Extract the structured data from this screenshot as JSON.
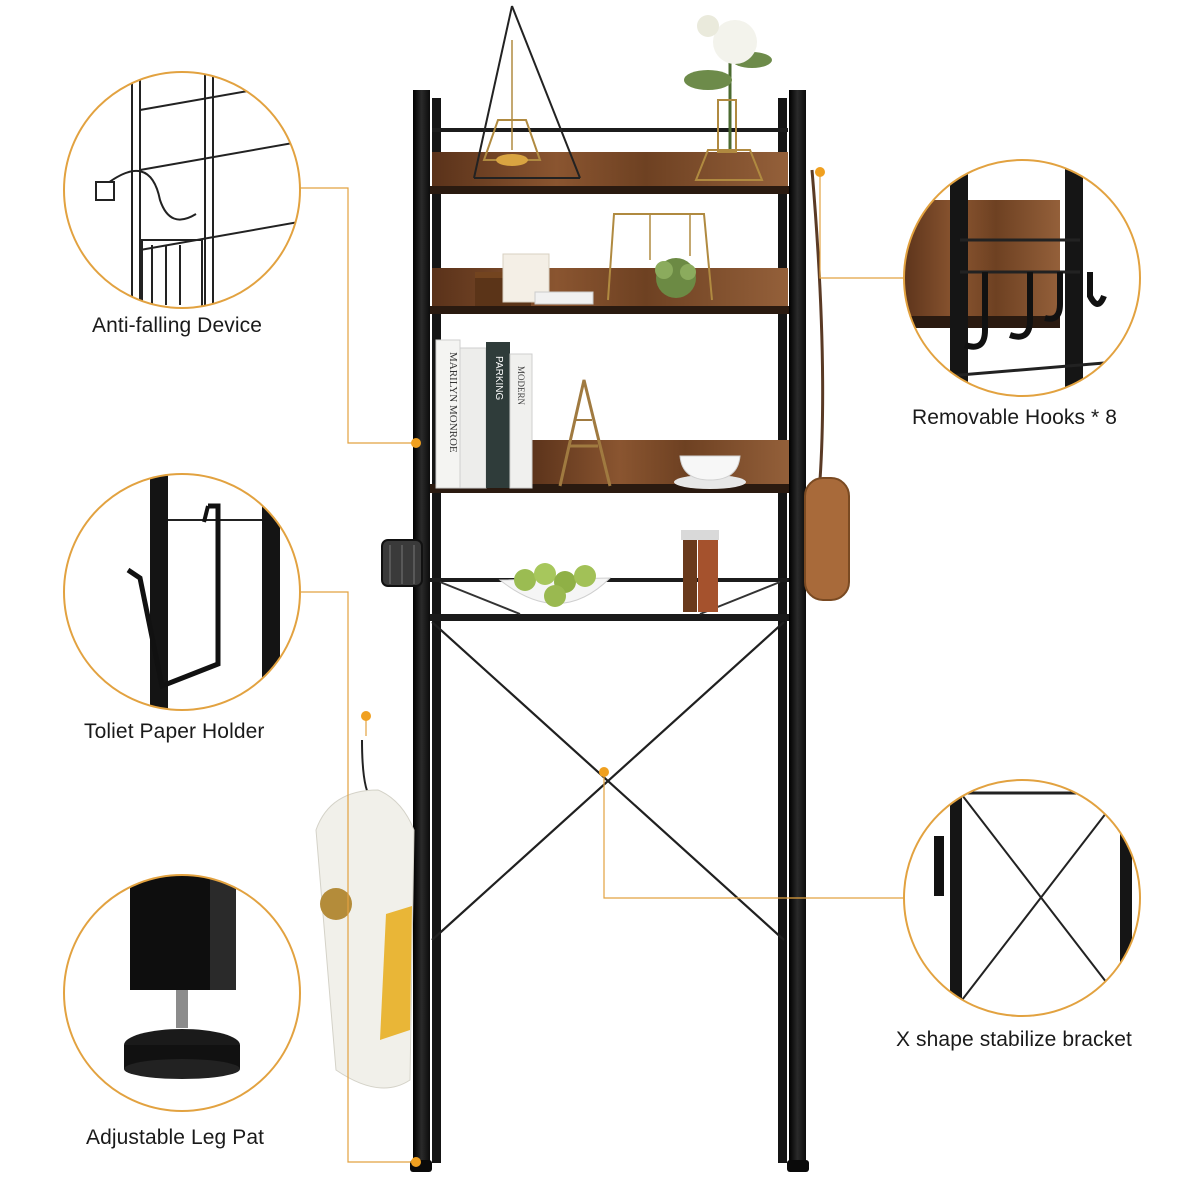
{
  "product": {
    "name": "over-the-toilet storage rack",
    "frame_color": "#1c1c1c",
    "shelf_color": "#7a4a2a",
    "accent_color": "#f0a020"
  },
  "callouts": [
    {
      "id": "anti_falling",
      "label": "Anti-falling Device",
      "icon": "anti-falling-device-detail"
    },
    {
      "id": "hooks",
      "label": "Removable Hooks * 8",
      "icon": "removable-hooks-detail"
    },
    {
      "id": "paper_holder",
      "label": "Toliet Paper Holder",
      "icon": "toilet-paper-holder-detail"
    },
    {
      "id": "x_bracket",
      "label": "X shape stabilize bracket",
      "icon": "x-bracket-detail"
    },
    {
      "id": "leg_pad",
      "label": "Adjustable Leg Pat",
      "icon": "adjustable-leg-detail"
    }
  ],
  "book_titles": [
    "MARILYN MONROE",
    "PARKING",
    "MODERN"
  ]
}
